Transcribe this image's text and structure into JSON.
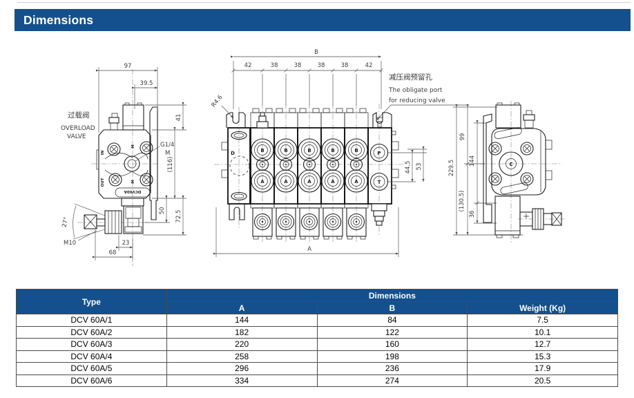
{
  "page": {
    "header_title": "Dimensions"
  },
  "drawing": {
    "left_view": {
      "label_cn": "过载阀",
      "label_en1": "OVERLOAD",
      "label_en2": "VALVE",
      "dim_97": "97",
      "dim_39_5": "39.5",
      "dim_41": "41",
      "dim_116": "(116)",
      "dim_50": "50",
      "dim_72_5": "72.5",
      "dim_27": "27°",
      "dim_m10": "M10",
      "dim_23": "23",
      "dim_68": "68",
      "port_thread": "G1/4",
      "port_thread2": "M",
      "port_in": "IN",
      "port_out": "OUT",
      "mark_m": "M",
      "body_label": "DCV60A"
    },
    "middle_view": {
      "dim_B": "B",
      "segments": [
        "42",
        "38",
        "38",
        "38",
        "38",
        "42"
      ],
      "radius_label": "R4.6",
      "note_cn": "减压阀预留孔",
      "note_en1": "The obligate port",
      "note_en2": "for reducing valve",
      "dim_44_5": "44.5",
      "dim_53": "53",
      "dim_A": "A",
      "port_D": "D",
      "port_B": "B",
      "port_A": "A",
      "port_P": "P",
      "port_T": "T"
    },
    "right_view": {
      "dim_229_5": "229.5",
      "dim_99": "99",
      "dim_144": "144",
      "dim_130_5": "(130.5)",
      "dim_36": "36",
      "port_C": "C"
    }
  },
  "table": {
    "col_type": "Type",
    "col_dimensions": "Dimensions",
    "col_a": "A",
    "col_b": "B",
    "col_weight": "Weight (Kg)",
    "rows": [
      {
        "type": "DCV 60A/1",
        "a": "144",
        "b": "84",
        "weight": "7.5"
      },
      {
        "type": "DCV 60A/2",
        "a": "182",
        "b": "122",
        "weight": "10.1"
      },
      {
        "type": "DCV 60A/3",
        "a": "220",
        "b": "160",
        "weight": "12.7"
      },
      {
        "type": "DCV 60A/4",
        "a": "258",
        "b": "198",
        "weight": "15.3"
      },
      {
        "type": "DCV 60A/5",
        "a": "296",
        "b": "236",
        "weight": "17.9"
      },
      {
        "type": "DCV 60A/6",
        "a": "334",
        "b": "274",
        "weight": "20.5"
      }
    ]
  }
}
